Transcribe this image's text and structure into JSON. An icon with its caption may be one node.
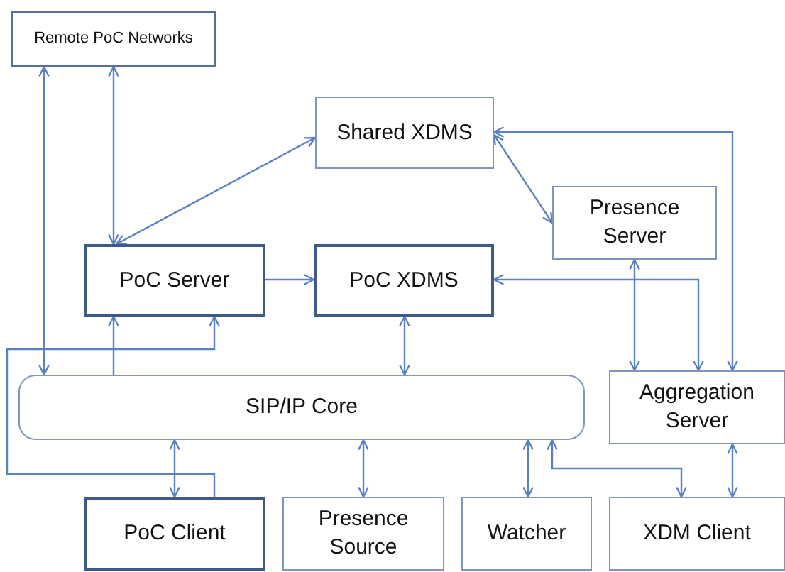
{
  "diagram": {
    "nodes": [
      {
        "text": [
          "Remote PoC Networks"
        ]
      },
      {
        "text": [
          "Shared XDMS"
        ]
      },
      {
        "text": [
          "Presence Server"
        ]
      },
      {
        "text": [
          "PoC Server"
        ]
      },
      {
        "text": [
          "PoC XDMS"
        ]
      },
      {
        "text": [
          "SIP/IP Core"
        ]
      },
      {
        "text": [
          "Aggregation Server"
        ]
      },
      {
        "text": [
          "PoC Client"
        ]
      },
      {
        "text": [
          "Presence Source"
        ]
      },
      {
        "text": [
          "Watcher"
        ]
      },
      {
        "text": [
          "XDM Client"
        ]
      }
    ],
    "edges": [
      {
        "from": 5,
        "to": 0,
        "arrow": "both"
      },
      {
        "from": 0,
        "to": 3,
        "arrow": "both"
      },
      {
        "from": 3,
        "to": 1,
        "arrow": "both"
      },
      {
        "from": 3,
        "to": 4,
        "arrow": "to"
      },
      {
        "from": 1,
        "to": 2,
        "arrow": "both"
      },
      {
        "from": 6,
        "to": 1,
        "arrow": "both"
      },
      {
        "from": 4,
        "to": 6,
        "arrow": "both"
      },
      {
        "from": 2,
        "to": 6,
        "arrow": "both"
      },
      {
        "from": 4,
        "to": 5,
        "arrow": "both"
      },
      {
        "from": 5,
        "to": 3,
        "arrow": "to"
      },
      {
        "from": 7,
        "to": 3,
        "arrow": "to"
      },
      {
        "from": 5,
        "to": 7,
        "arrow": "both"
      },
      {
        "from": 5,
        "to": 8,
        "arrow": "both"
      },
      {
        "from": 5,
        "to": 9,
        "arrow": "both"
      },
      {
        "from": 10,
        "to": 5,
        "arrow": "both"
      },
      {
        "from": 6,
        "to": 10,
        "arrow": "both"
      }
    ]
  }
}
